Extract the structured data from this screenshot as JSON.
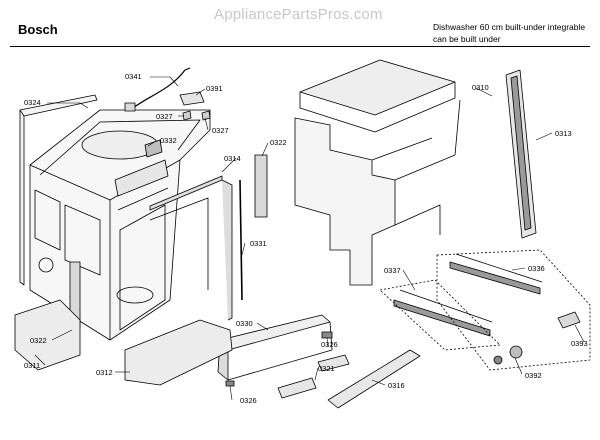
{
  "header": {
    "brand": "Bosch",
    "watermark": "AppliancePartsPros.com",
    "description_line1": "Dishwasher 60 cm built-under integrable",
    "description_line2": "can be built under"
  },
  "colors": {
    "line": "#000000",
    "shade": "#d9d9d9",
    "dark": "#5a5a5a",
    "watermark": "#c8c8c8"
  },
  "parts": {
    "p0341": "0341",
    "p0324": "0324",
    "p0391": "0391",
    "p0327a": "0327",
    "p0327b": "0327",
    "p0332": "0332",
    "p0314": "0314",
    "p0322a": "0322",
    "p0331": "0331",
    "p0310": "0310",
    "p0313": "0313",
    "p0337": "0337",
    "p0336": "0336",
    "p0393": "0393",
    "p0392": "0392",
    "p0330": "0330",
    "p0326a": "0326",
    "p0326b": "0326",
    "p0321": "0321",
    "p0316": "0316",
    "p0322b": "0322",
    "p0311": "0311",
    "p0312": "0312"
  }
}
